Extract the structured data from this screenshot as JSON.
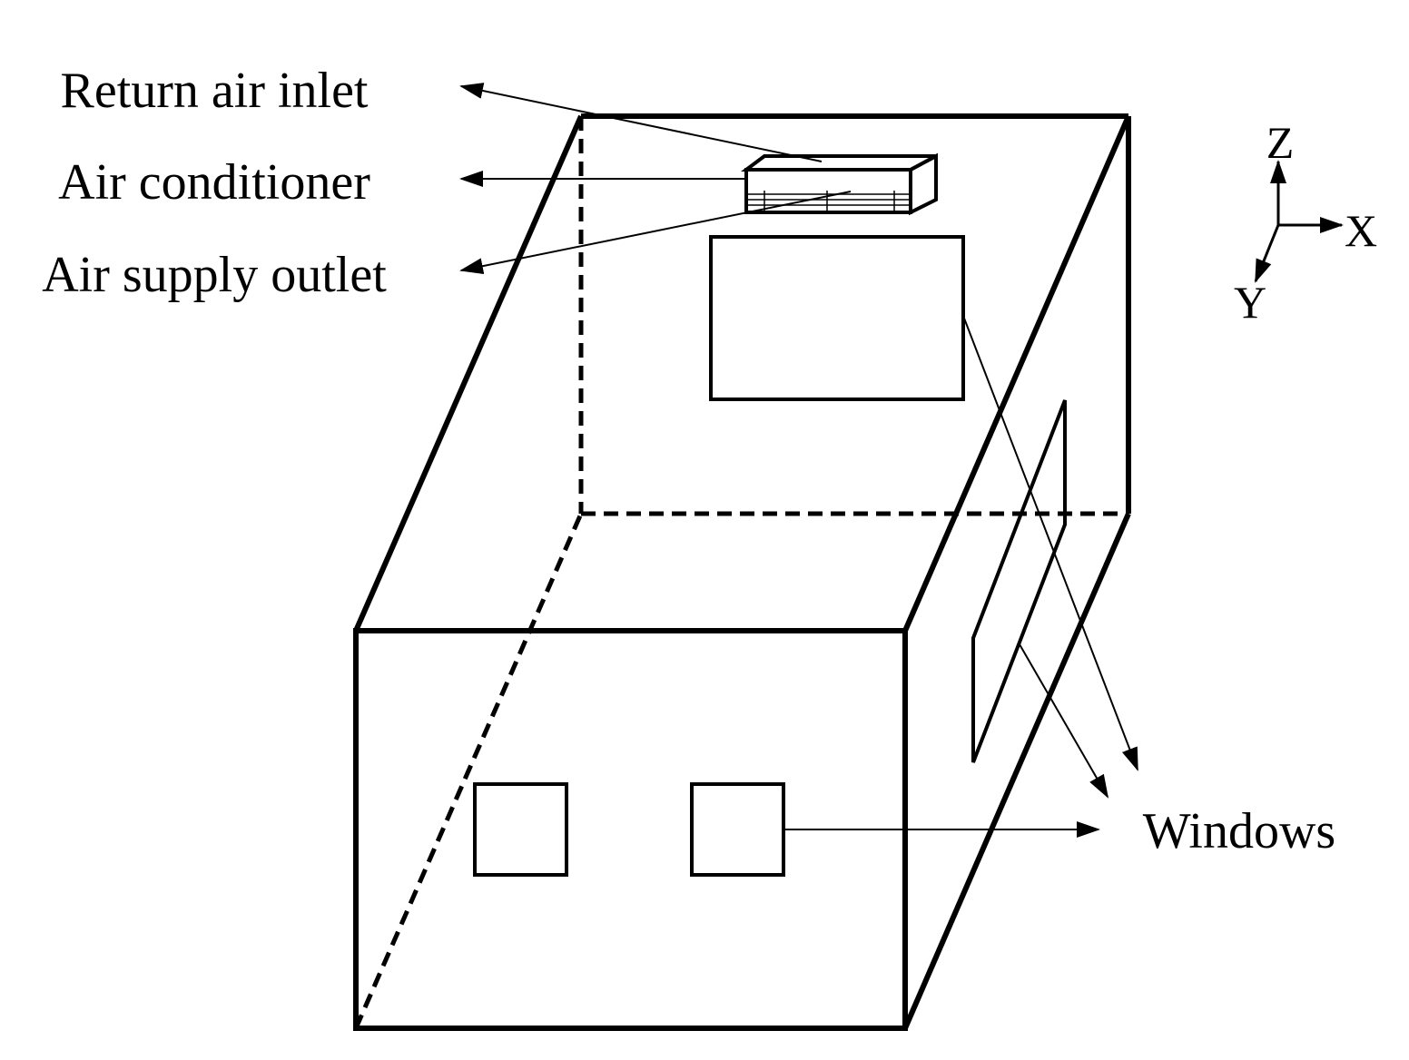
{
  "labels": {
    "return_air_inlet": "Return air inlet",
    "air_conditioner": "Air conditioner",
    "air_supply_outlet": "Air supply outlet",
    "windows": "Windows"
  },
  "axes": {
    "z": "Z",
    "x": "X",
    "y": "Y"
  },
  "colors": {
    "stroke": "#000000",
    "background": "#ffffff"
  }
}
